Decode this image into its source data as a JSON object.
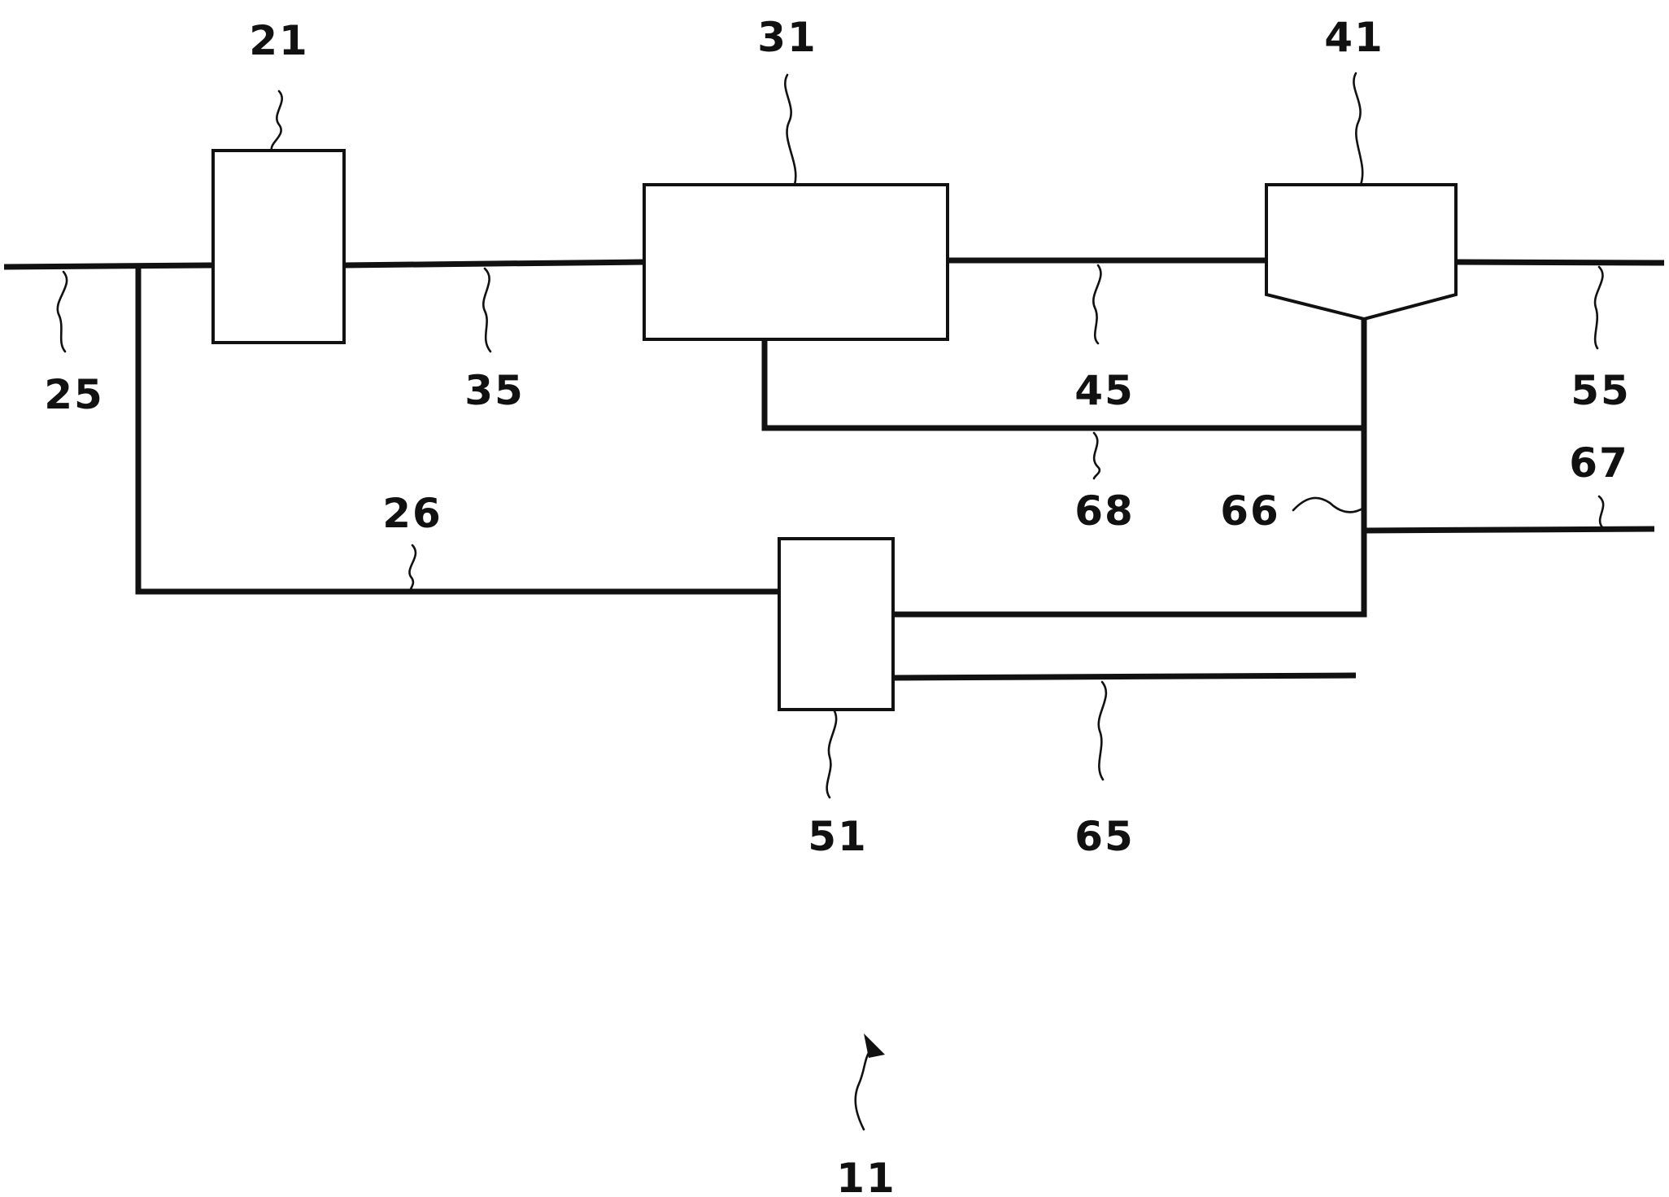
{
  "figure": {
    "units": {
      "u21": "21",
      "u31": "31",
      "u41": "41",
      "u51": "51"
    },
    "lines": {
      "l25": "25",
      "l26": "26",
      "l35": "35",
      "l45": "45",
      "l55": "55",
      "l65": "65",
      "l66": "66",
      "l67": "67",
      "l68": "68"
    },
    "system": "11"
  },
  "colors": {
    "ink": "#111111",
    "paper": "#ffffff"
  }
}
